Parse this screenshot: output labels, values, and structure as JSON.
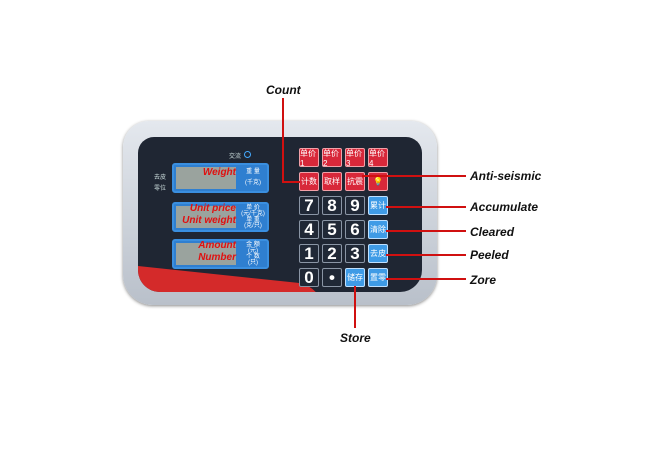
{
  "panel": {
    "indicator_label": "交流",
    "left_labels": [
      "去皮",
      "零位"
    ],
    "displays": [
      {
        "lines": [
          "Weight"
        ],
        "unit": [
          "重 量",
          "(千克)"
        ]
      },
      {
        "lines": [
          "Unit price",
          "Unit weight"
        ],
        "unit": [
          "单 价",
          "(元/千克)",
          "单 重",
          "(克/只)"
        ]
      },
      {
        "lines": [
          "Amount",
          "Number"
        ],
        "unit": [
          "金 额",
          "(元)",
          "个 数",
          "(只)"
        ]
      }
    ],
    "keys": [
      [
        "单价1",
        "单价2",
        "单价3",
        "单价4"
      ],
      [
        "计数",
        "取样",
        "抗震",
        "💡"
      ],
      [
        "7",
        "8",
        "9",
        "累计"
      ],
      [
        "4",
        "5",
        "6",
        "清除"
      ],
      [
        "1",
        "2",
        "3",
        "去皮"
      ],
      [
        "0",
        "•",
        "储存",
        "置零"
      ]
    ]
  },
  "annotations": {
    "count": "Count",
    "anti_seismic": "Anti-seismic",
    "accumulate": "Accumulate",
    "cleared": "Cleared",
    "peeled": "Peeled",
    "zore": "Zore",
    "store": "Store"
  },
  "colors": {
    "red_key": "#d8283a",
    "blue_key": "#3f9be6",
    "annotation_line": "#d01010"
  }
}
